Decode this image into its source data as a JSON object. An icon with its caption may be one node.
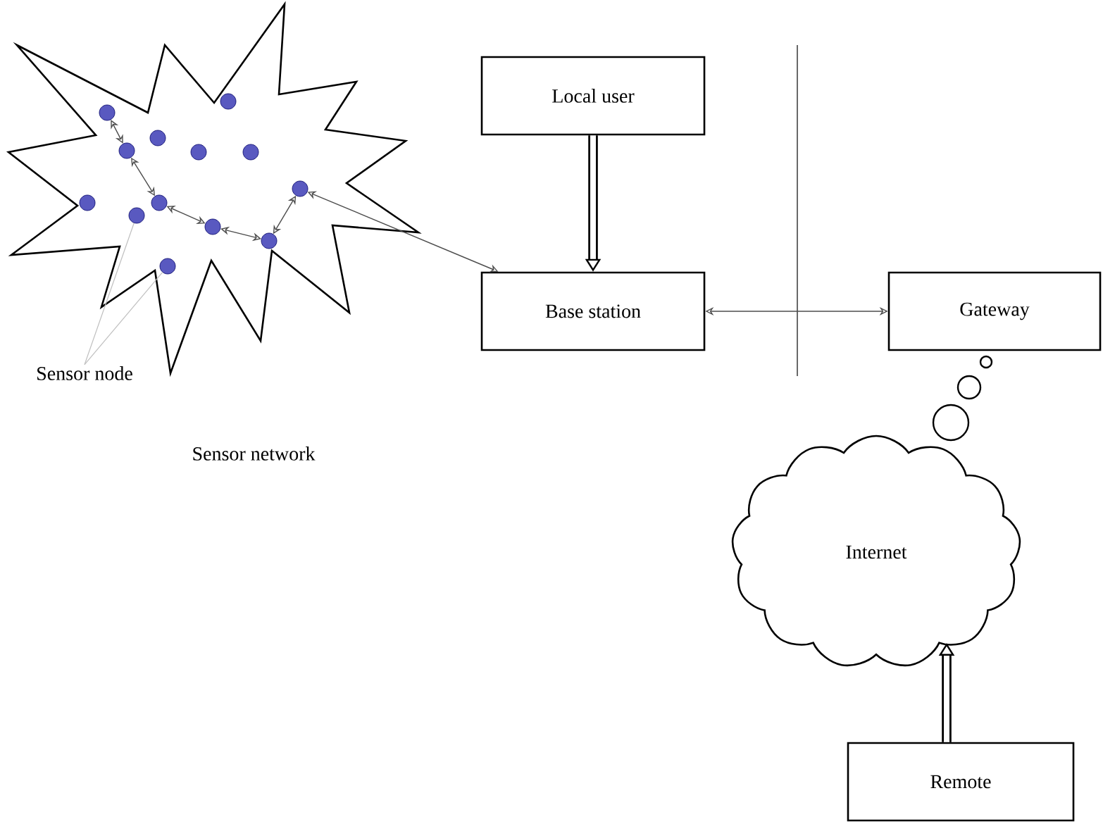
{
  "diagram": {
    "nodes": [
      {
        "text": [
          "Sensor network"
        ]
      },
      {
        "text": [],
        "shape": "circle",
        "in": 0
      },
      {
        "text": [],
        "shape": "circle",
        "in": 0
      },
      {
        "text": [],
        "shape": "circle",
        "in": 0
      },
      {
        "text": [],
        "shape": "circle",
        "in": 0
      },
      {
        "text": [],
        "shape": "circle",
        "in": 0
      },
      {
        "text": [],
        "shape": "circle",
        "in": 0
      },
      {
        "text": [],
        "shape": "circle",
        "in": 0
      },
      {
        "text": [],
        "shape": "circle",
        "in": 0
      },
      {
        "text": [],
        "shape": "circle",
        "in": 0
      },
      {
        "text": [],
        "shape": "circle",
        "in": 0
      },
      {
        "text": [],
        "shape": "circle",
        "in": 0
      },
      {
        "text": [],
        "shape": "circle",
        "in": 0
      },
      {
        "text": [],
        "shape": "circle",
        "in": 0
      },
      {
        "text": [
          "Sensor node"
        ]
      },
      {
        "text": [
          "Local user"
        ]
      },
      {
        "text": [
          "Base station"
        ]
      },
      {
        "text": [
          "Gateway"
        ]
      },
      {
        "text": [
          "Internet"
        ]
      },
      {
        "text": [
          "Remote"
        ]
      }
    ],
    "edges": [
      {
        "from": 2,
        "to": 3,
        "arrow": "both"
      },
      {
        "from": 3,
        "to": 6,
        "arrow": "both"
      },
      {
        "from": 6,
        "to": 9,
        "arrow": "both"
      },
      {
        "from": 9,
        "to": 12,
        "arrow": "both"
      },
      {
        "from": 12,
        "to": 13,
        "arrow": "both"
      },
      {
        "from": 13,
        "to": 16,
        "arrow": "both"
      },
      {
        "from": 14,
        "to": 4,
        "arrow": "none",
        "color": "#bfbfbf"
      },
      {
        "from": 14,
        "to": 7,
        "arrow": "none",
        "color": "#bfbfbf"
      },
      {
        "from": 15,
        "to": 16,
        "arrow": "to",
        "style": "thick"
      },
      {
        "from": 16,
        "to": 17,
        "arrow": "both"
      },
      {
        "from": 19,
        "to": 18,
        "arrow": "to",
        "style": "thick"
      }
    ]
  }
}
